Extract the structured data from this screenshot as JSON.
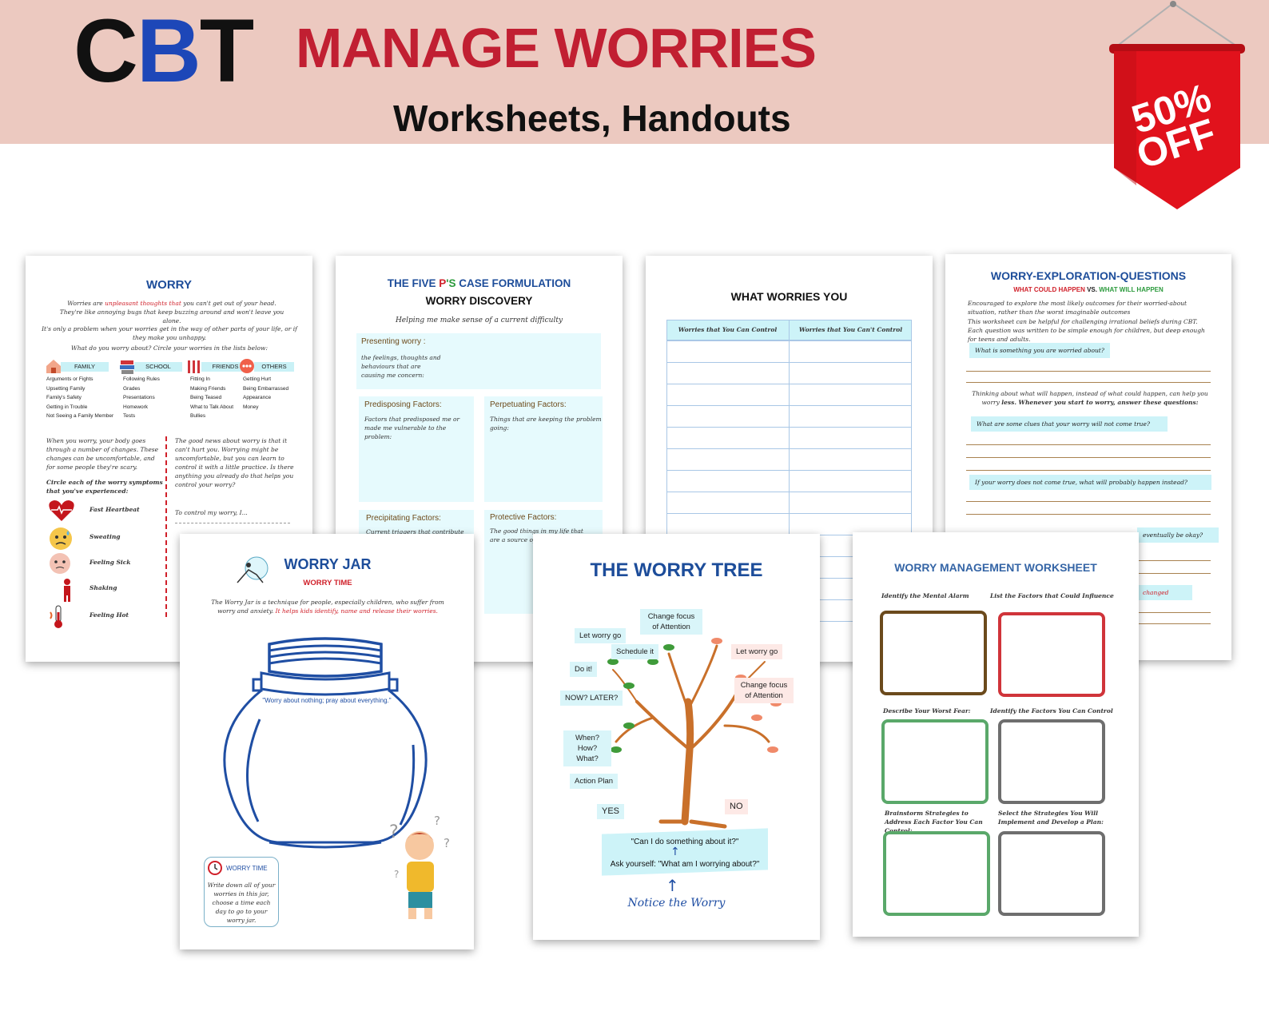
{
  "header": {
    "brand_c": "C",
    "brand_b": "B",
    "brand_t": "T",
    "title": "MANAGE WORRIES",
    "subtitle": "Worksheets, Handouts",
    "badge_line1": "50%",
    "badge_line2": "OFF",
    "colors": {
      "bg": "#ecc9c0",
      "title": "#c11f32",
      "badge": "#e1121c",
      "brand_b": "#1d47b8"
    }
  },
  "worry": {
    "title": "WORRY",
    "p1a": "Worries are ",
    "p1b": "unpleasant thoughts that",
    "p1c": " you can't get out of your head. They're like annoying bugs that keep buzzing around and won't leave you alone.",
    "p2": "It's only a problem when your worries get in the way of other parts of your life, or if they make you unhappy.",
    "p3": "What do you worry about? Circle your worries in the lists below:",
    "cats": [
      {
        "label": "FAMILY",
        "icon": "house-icon",
        "items": [
          "Arguments or Fights",
          "Upsetting Family",
          "Family's Safety",
          "Getting in Trouble",
          "Not Seeing a Family Member"
        ]
      },
      {
        "label": "SCHOOL",
        "icon": "books-icon",
        "items": [
          "Following Rules",
          "Grades",
          "Presentations",
          "Homework",
          "Tests"
        ]
      },
      {
        "label": "FRIENDS",
        "icon": "friends-icon",
        "items": [
          "Fitting In",
          "Making Friends",
          "Being Teased",
          "What to Talk About",
          "Bullies"
        ]
      },
      {
        "label": "OTHERS",
        "icon": "dots-icon",
        "items": [
          "Getting Hurt",
          "Being Embarrassed",
          "Appearance",
          "Money"
        ]
      }
    ],
    "body_left": "When you worry, your body goes through a number of changes. These changes can be uncomfortable, and for some people they're scary.",
    "circle": "Circle each of the worry symptoms that you've experienced:",
    "symptoms": [
      {
        "label": "Fast Heartbeat",
        "icon": "heart-icon"
      },
      {
        "label": "Sweating",
        "icon": "sweat-face-icon"
      },
      {
        "label": "Feeling Sick",
        "icon": "sick-face-icon"
      },
      {
        "label": "Shaking",
        "icon": "shaking-person-icon"
      },
      {
        "label": "Feeling Hot",
        "icon": "thermometer-icon"
      }
    ],
    "body_right": "The good news about worry is that it can't hurt you. Worrying might be uncomfortable, but you can learn to control it with a little practice. Is there anything you already do that helps you control your worry?",
    "control": "To control my worry, I..."
  },
  "fivep": {
    "t1a": "THE FIVE ",
    "t1b": "P",
    "t1c": "'",
    "t1d": "S",
    "t1e": " CASE FORMULATION",
    "t2": "WORRY DISCOVERY",
    "sub": "Helping me make sense of a current difficulty",
    "presenting": "Presenting worry :",
    "presenting_desc": "the feelings, thoughts and behaviours that are causing me concern:",
    "pre": "Predisposing Factors:",
    "pre_desc": "Factors that predisposed me or made me vulnerable to the problem:",
    "perp": "Perpetuating Factors:",
    "perp_desc": "Things that are keeping the problem going:",
    "prec": "Precipitating Factors:",
    "prec_desc": "Current triggers that contribute to the",
    "prot": "Protective Factors:",
    "prot_desc": "The good things in my life that are a source of strength"
  },
  "whatworries": {
    "title": "WHAT WORRIES YOU",
    "col1": "Worries that You Can Control",
    "col2": "Worries that You Can't Control"
  },
  "explore": {
    "title": "WORRY-EXPLORATION-QUESTIONS",
    "s1": "WHAT COULD HAPPEN",
    "s2": " VS. ",
    "s3": "WHAT WILL HAPPEN",
    "p1": "Encouraged to explore the most likely outcomes for their worried-about situation, rather than the worst imaginable outcomes",
    "p2": "This worksheet can be helpful for challenging irrational beliefs during CBT. Each question was written to be simple enough for children, but deep enough for teens and adults.",
    "q1": "What is something you are worried about?",
    "p3a": "Thinking about what will happen, instead of what could happen, can help you worry ",
    "p3b": "less. Whenever you start to worry, answer these questions:",
    "q2": "What are some clues that your worry will not come true?",
    "q3": "If your worry does not come true, what will probably happen instead?",
    "q4": "eventually be okay?",
    "q5": "changed"
  },
  "jar": {
    "title": "WORRY JAR",
    "sub": "WORRY TIME",
    "p1": "The Worry Jar is a technique for people, especially children, who suffer from worry and anxiety. ",
    "p1b": "It helps kids identify, name and release their worries.",
    "quote": "\"Worry about nothing; pray about everything.\"",
    "box_title": "WORRY TIME",
    "box_text": "Write down all of your worries in this jar, choose a time each day to go to your worry jar."
  },
  "tree": {
    "title": "THE WORRY TREE",
    "labels": [
      "Change focus of Attention",
      "Let worry go",
      "Schedule it",
      "Do it!",
      "NOW? LATER?",
      "When? How? What?",
      "Action Plan",
      "YES",
      "Let worry go",
      "Change focus of Attention",
      "NO"
    ],
    "q1": "\"Can I do something about it?\"",
    "q2": "Ask yourself: \"What am I worrying about?\"",
    "notice": "Notice the Worry"
  },
  "mgmt": {
    "title": "WORRY MANAGEMENT WORKSHEET",
    "h1": "Identify the Mental Alarm",
    "h2": "List the Factors that Could Influence",
    "h3": "Describe Your Worst Fear:",
    "h4": "Identify the Factors You Can Control",
    "h5": "Brainstorm Strategies to Address Each Factor You Can Control:",
    "h6": "Select the Strategies You Will Implement and Develop a Plan:",
    "box_colors": [
      "#6b4a1c",
      "#d0343a",
      "#5aa86a",
      "#6e6e6e",
      "#5aa86a",
      "#6e6e6e"
    ]
  }
}
